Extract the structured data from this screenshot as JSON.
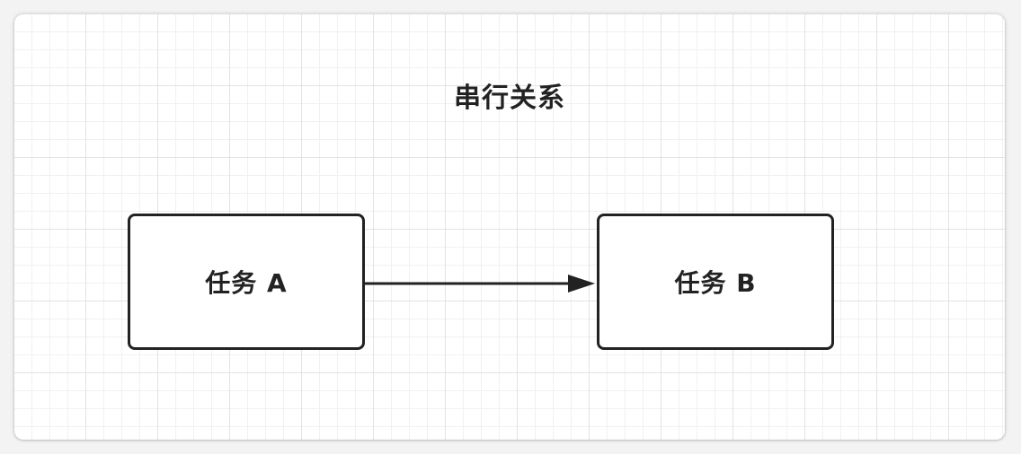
{
  "diagram": {
    "title": "串行关系",
    "nodes": [
      {
        "id": "a",
        "label": "任务 A"
      },
      {
        "id": "b",
        "label": "任务 B"
      }
    ],
    "edges": [
      {
        "from": "a",
        "to": "b",
        "style": "solid-arrow"
      }
    ]
  },
  "colors": {
    "stroke": "#222222",
    "background": "#ffffff",
    "grid_major": "#e3e3e3",
    "grid_minor": "#f1f1f1"
  }
}
